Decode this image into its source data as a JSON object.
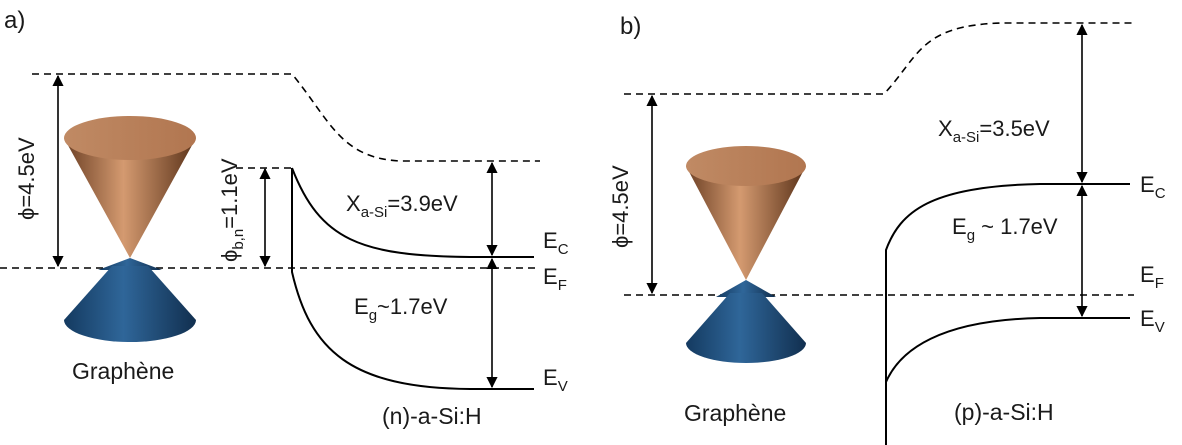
{
  "panel_a": {
    "label": "a)",
    "work_function": {
      "sym": "ϕ",
      "text": "=4.5eV"
    },
    "barrier": {
      "sym": "ϕ",
      "sub": "b,n",
      "text": "=1.1eV"
    },
    "affinity": {
      "main": "X",
      "sub": "a-Si",
      "text": "=3.9eV"
    },
    "gap": {
      "main": "E",
      "sub": "g",
      "text": "~1.7eV"
    },
    "ec": {
      "main": "E",
      "sub": "C"
    },
    "ef": {
      "main": "E",
      "sub": "F"
    },
    "ev": {
      "main": "E",
      "sub": "V"
    },
    "graphene_label": "Graphène",
    "semiconductor_label": "(n)-a-Si:H"
  },
  "panel_b": {
    "label": "b)",
    "work_function": {
      "sym": "ϕ",
      "text": "=4.5eV"
    },
    "affinity": {
      "main": "X",
      "sub": "a-Si",
      "text": "=3.5eV"
    },
    "gap": {
      "main": "E",
      "sub": "g",
      "text": " ~ 1.7eV"
    },
    "ec": {
      "main": "E",
      "sub": "C"
    },
    "ef": {
      "main": "E",
      "sub": "F"
    },
    "ev": {
      "main": "E",
      "sub": "V"
    },
    "graphene_label": "Graphène",
    "semiconductor_label": "(p)-a-Si:H"
  },
  "colors": {
    "upper_cone": "#b57c55",
    "lower_cone": "#24527e"
  }
}
